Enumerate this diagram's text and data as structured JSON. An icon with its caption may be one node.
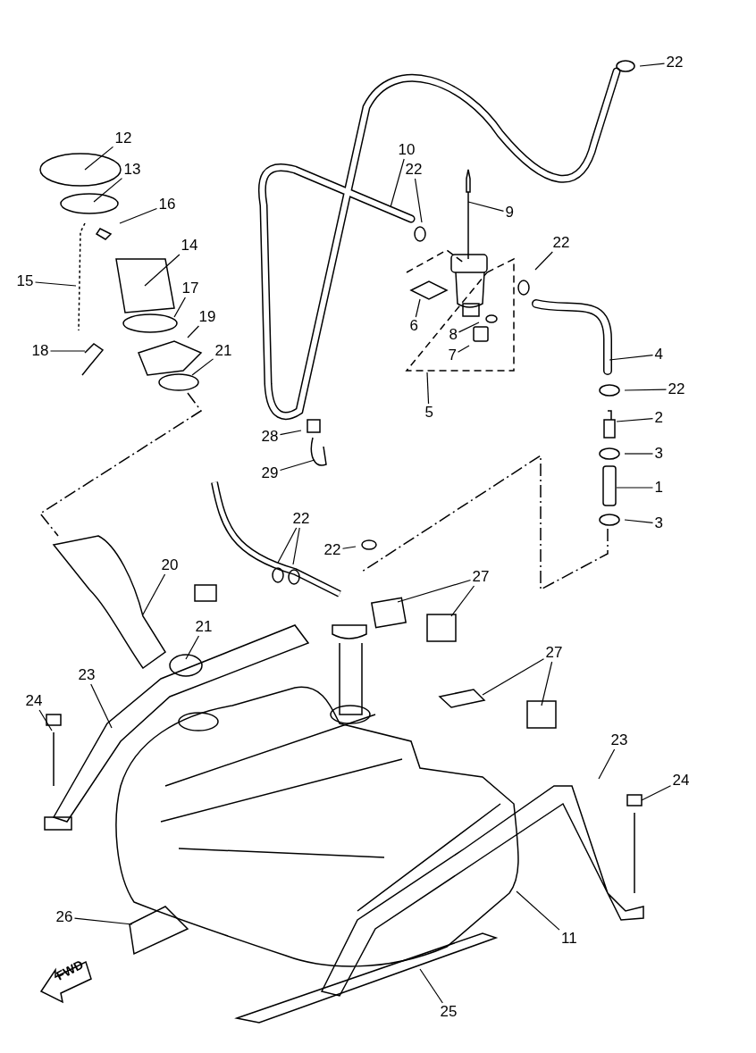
{
  "diagram": {
    "nodes": [
      {
        "text": [
          "22"
        ]
      },
      {
        "text": [
          "12"
        ]
      },
      {
        "text": [
          "10"
        ]
      },
      {
        "text": [
          "13"
        ]
      },
      {
        "text": [
          "22"
        ]
      },
      {
        "text": [
          "16"
        ]
      },
      {
        "text": [
          "9"
        ]
      },
      {
        "text": [
          "22"
        ]
      },
      {
        "text": [
          "14"
        ]
      },
      {
        "text": [
          "15"
        ]
      },
      {
        "text": [
          "17"
        ]
      },
      {
        "text": [
          "19"
        ]
      },
      {
        "text": [
          "6"
        ]
      },
      {
        "text": [
          "8"
        ]
      },
      {
        "text": [
          "7"
        ]
      },
      {
        "text": [
          "4"
        ]
      },
      {
        "text": [
          "18"
        ]
      },
      {
        "text": [
          "21"
        ]
      },
      {
        "text": [
          "5"
        ]
      },
      {
        "text": [
          "22"
        ]
      },
      {
        "text": [
          "2"
        ]
      },
      {
        "text": [
          "28"
        ]
      },
      {
        "text": [
          "3"
        ]
      },
      {
        "text": [
          "29"
        ]
      },
      {
        "text": [
          "1"
        ]
      },
      {
        "text": [
          "22"
        ]
      },
      {
        "text": [
          "3"
        ]
      },
      {
        "text": [
          "22"
        ]
      },
      {
        "text": [
          "20"
        ]
      },
      {
        "text": [
          "27"
        ]
      },
      {
        "text": [
          "21"
        ]
      },
      {
        "text": [
          "27"
        ]
      },
      {
        "text": [
          "23"
        ]
      },
      {
        "text": [
          "24"
        ]
      },
      {
        "text": [
          "23"
        ]
      },
      {
        "text": [
          "24"
        ]
      },
      {
        "text": [
          "26"
        ]
      },
      {
        "text": [
          "11"
        ]
      },
      {
        "text": [
          "25"
        ]
      }
    ],
    "edges": [
      {
        "from": 0,
        "to": null,
        "arrow": "none"
      },
      {
        "from": 1,
        "to": null,
        "arrow": "none"
      },
      {
        "from": 2,
        "to": null,
        "arrow": "none"
      },
      {
        "from": 3,
        "to": null,
        "arrow": "none"
      },
      {
        "from": 4,
        "to": null,
        "arrow": "none"
      },
      {
        "from": 5,
        "to": null,
        "arrow": "none"
      },
      {
        "from": 6,
        "to": null,
        "arrow": "none"
      },
      {
        "from": 7,
        "to": null,
        "arrow": "none"
      },
      {
        "from": 8,
        "to": null,
        "arrow": "none"
      },
      {
        "from": 9,
        "to": null,
        "arrow": "none"
      },
      {
        "from": 10,
        "to": null,
        "arrow": "none"
      },
      {
        "from": 11,
        "to": null,
        "arrow": "none"
      },
      {
        "from": 12,
        "to": null,
        "arrow": "none"
      },
      {
        "from": 13,
        "to": null,
        "arrow": "none"
      },
      {
        "from": 14,
        "to": null,
        "arrow": "none"
      },
      {
        "from": 15,
        "to": null,
        "arrow": "none"
      },
      {
        "from": 16,
        "to": null,
        "arrow": "none"
      },
      {
        "from": 17,
        "to": null,
        "arrow": "none"
      },
      {
        "from": 18,
        "to": null,
        "arrow": "none"
      },
      {
        "from": 19,
        "to": null,
        "arrow": "none"
      },
      {
        "from": 20,
        "to": null,
        "arrow": "none"
      },
      {
        "from": 21,
        "to": null,
        "arrow": "none"
      },
      {
        "from": 22,
        "to": null,
        "arrow": "none"
      },
      {
        "from": 23,
        "to": null,
        "arrow": "none"
      },
      {
        "from": 24,
        "to": null,
        "arrow": "none"
      },
      {
        "from": 25,
        "to": null,
        "arrow": "none"
      },
      {
        "from": 25,
        "to": null,
        "arrow": "none"
      },
      {
        "from": 26,
        "to": null,
        "arrow": "none"
      },
      {
        "from": 27,
        "to": null,
        "arrow": "none"
      },
      {
        "from": 28,
        "to": null,
        "arrow": "none"
      },
      {
        "from": 29,
        "to": null,
        "arrow": "none"
      },
      {
        "from": 29,
        "to": null,
        "arrow": "none"
      },
      {
        "from": 30,
        "to": null,
        "arrow": "none"
      },
      {
        "from": 31,
        "to": null,
        "arrow": "none"
      },
      {
        "from": 31,
        "to": null,
        "arrow": "none"
      },
      {
        "from": 32,
        "to": null,
        "arrow": "none"
      },
      {
        "from": 33,
        "to": null,
        "arrow": "none"
      },
      {
        "from": 34,
        "to": null,
        "arrow": "none"
      },
      {
        "from": 35,
        "to": null,
        "arrow": "none"
      },
      {
        "from": 36,
        "to": null,
        "arrow": "none"
      },
      {
        "from": 37,
        "to": null,
        "arrow": "none"
      },
      {
        "from": 38,
        "to": null,
        "arrow": "none"
      }
    ],
    "labels": [
      "FWD"
    ]
  }
}
